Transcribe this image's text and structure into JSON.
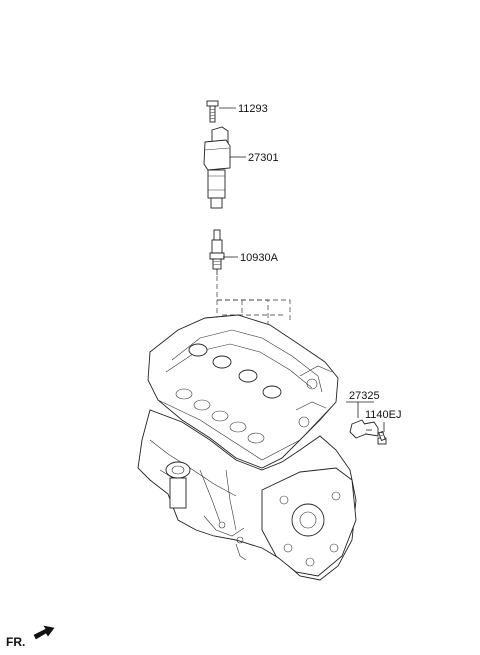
{
  "callouts": {
    "bolt": "11293",
    "ignition_coil": "27301",
    "spark_plug": "10930A",
    "sensor": "27325",
    "sensor_bolt": "1140EJ"
  },
  "direction_label": "FR."
}
